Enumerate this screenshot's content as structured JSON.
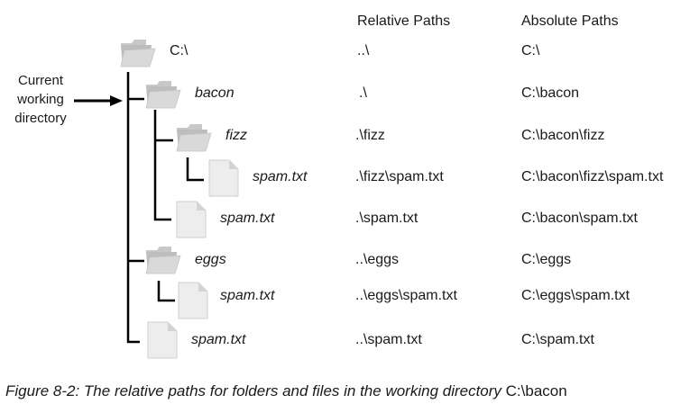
{
  "headers": {
    "relative": "Relative Paths",
    "absolute": "Absolute Paths"
  },
  "cwd_label": [
    "Current",
    "working",
    "directory"
  ],
  "rows": [
    {
      "name": "C:\\",
      "kind": "folder",
      "relative": "..\\",
      "absolute": "C:\\"
    },
    {
      "name": "bacon",
      "kind": "folder",
      "relative": ".\\",
      "absolute": "C:\\bacon"
    },
    {
      "name": "fizz",
      "kind": "folder",
      "relative": ".\\fizz",
      "absolute": "C:\\bacon\\fizz"
    },
    {
      "name": "spam.txt",
      "kind": "file",
      "relative": ".\\fizz\\spam.txt",
      "absolute": "C:\\bacon\\fizz\\spam.txt"
    },
    {
      "name": "spam.txt",
      "kind": "file",
      "relative": ".\\spam.txt",
      "absolute": "C:\\bacon\\spam.txt"
    },
    {
      "name": "eggs",
      "kind": "folder",
      "relative": "..\\eggs",
      "absolute": "C:\\eggs"
    },
    {
      "name": "spam.txt",
      "kind": "file",
      "relative": "..\\eggs\\spam.txt",
      "absolute": "C:\\eggs\\spam.txt"
    },
    {
      "name": "spam.txt",
      "kind": "file",
      "relative": "..\\spam.txt",
      "absolute": "C:\\spam.txt"
    }
  ],
  "caption": {
    "prefix": "Figure 8-2: The relative paths for folders and files in the working directory ",
    "path": "C:\\bacon"
  }
}
